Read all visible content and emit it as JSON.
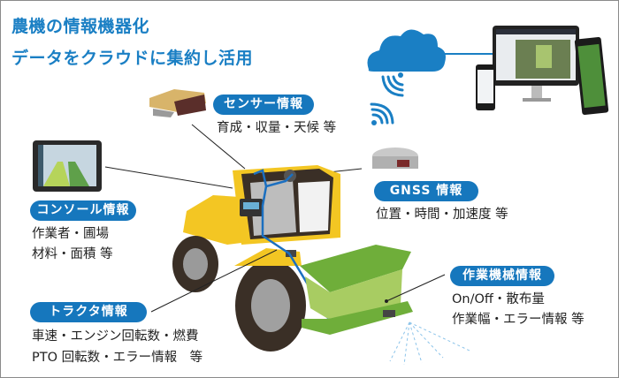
{
  "title": {
    "line1": "農機の情報機器化",
    "line2": "データをクラウドに集約し活用"
  },
  "colors": {
    "title_blue": "#1a7fc4",
    "pill_blue": "#1677bd",
    "cable_blue": "#1b6fc0",
    "tractor_yellow": "#f3c623",
    "implement_green": "#8fc24a",
    "tire_dark": "#3a2f26"
  },
  "icons": [
    "cloud-icon",
    "wifi-signal-icon",
    "devices-icon",
    "sensor-device-icon",
    "console-display-icon",
    "gnss-receiver-icon",
    "tractor-illustration",
    "implement-illustration"
  ],
  "labels": {
    "sensor": {
      "title": "センサー情報",
      "lines": [
        "育成・収量・天候 等"
      ]
    },
    "console": {
      "title": "コンソール情報",
      "lines": [
        "作業者・圃場",
        "材料・面積 等"
      ]
    },
    "gnss": {
      "title": "GNSS 情報",
      "lines": [
        "位置・時間・加速度 等"
      ]
    },
    "implement": {
      "title": "作業機械情報",
      "lines": [
        "On/Off・散布量",
        "作業幅・エラー情報 等"
      ]
    },
    "tractor": {
      "title": "トラクタ情報",
      "lines": [
        "車速・エンジン回転数・燃費",
        "PTO 回転数・エラー情報　等"
      ]
    }
  }
}
